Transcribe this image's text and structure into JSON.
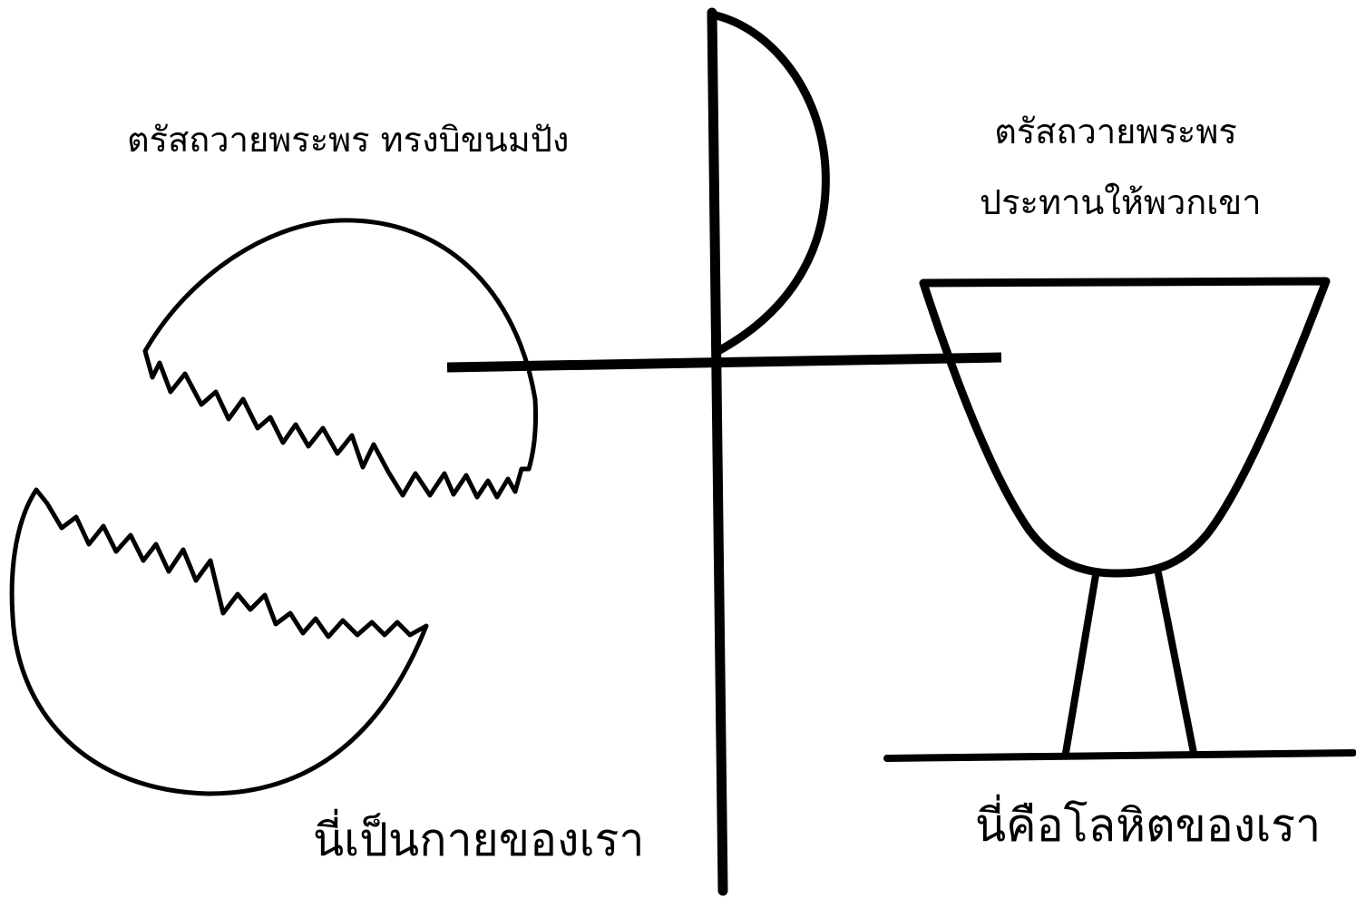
{
  "captions": {
    "bread_heading": "ตรัสถวายพระพร ทรงบิขนมปัง",
    "cup_heading_line1": "ตรัสถวายพระพร",
    "cup_heading_line2": "ประทานให้พวกเขา",
    "bread_caption": "นี่เป็นกายของเรา",
    "cup_caption": "นี่คือโลหิตของเรา"
  },
  "colors": {
    "ink": "#000000",
    "background": "#ffffff"
  }
}
